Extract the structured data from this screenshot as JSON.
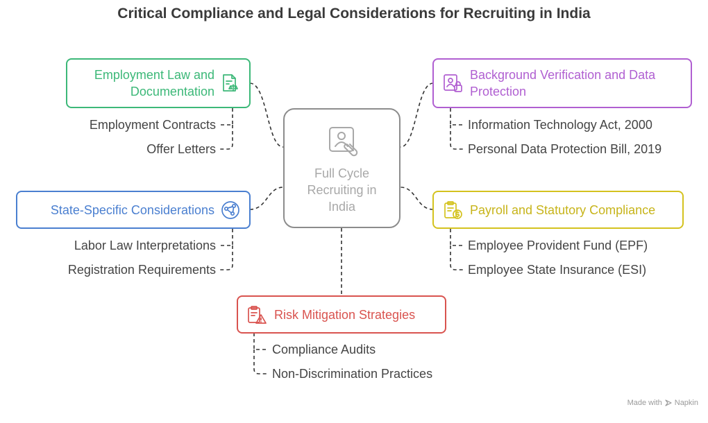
{
  "title": "Critical Compliance and Legal Considerations for Recruiting in India",
  "center": {
    "label_lines": [
      "Full Cycle",
      "Recruiting in",
      "India"
    ],
    "icon": "recruiter-clip-icon",
    "color": "#8c8c8c"
  },
  "branches": [
    {
      "id": "employment-law",
      "label_lines": [
        "Employment Law and",
        "Documentation"
      ],
      "color": "#3cb878",
      "icon": "legal-document-icon",
      "items": [
        "Employment Contracts",
        "Offer Letters"
      ]
    },
    {
      "id": "background-verification",
      "label_lines": [
        "Background Verification and Data",
        "Protection"
      ],
      "color": "#b05fd1",
      "icon": "id-lock-icon",
      "items": [
        "Information Technology Act, 2000",
        "Personal Data Protection Bill, 2019"
      ]
    },
    {
      "id": "state-specific",
      "label_lines": [
        "State-Specific Considerations"
      ],
      "color": "#4a7fd0",
      "icon": "network-globe-icon",
      "items": [
        "Labor Law Interpretations",
        "Registration Requirements"
      ]
    },
    {
      "id": "payroll",
      "label_lines": [
        "Payroll and Statutory Compliance"
      ],
      "color": "#d4c21e",
      "icon": "payroll-clipboard-icon",
      "items": [
        "Employee Provident Fund (EPF)",
        "Employee State Insurance (ESI)"
      ]
    },
    {
      "id": "risk-mitigation",
      "label_lines": [
        "Risk Mitigation Strategies"
      ],
      "color": "#d9534f",
      "icon": "clipboard-warning-icon",
      "items": [
        "Compliance Audits",
        "Non-Discrimination Practices"
      ]
    }
  ],
  "footer": {
    "made_with": "Made with",
    "brand": "Napkin"
  }
}
